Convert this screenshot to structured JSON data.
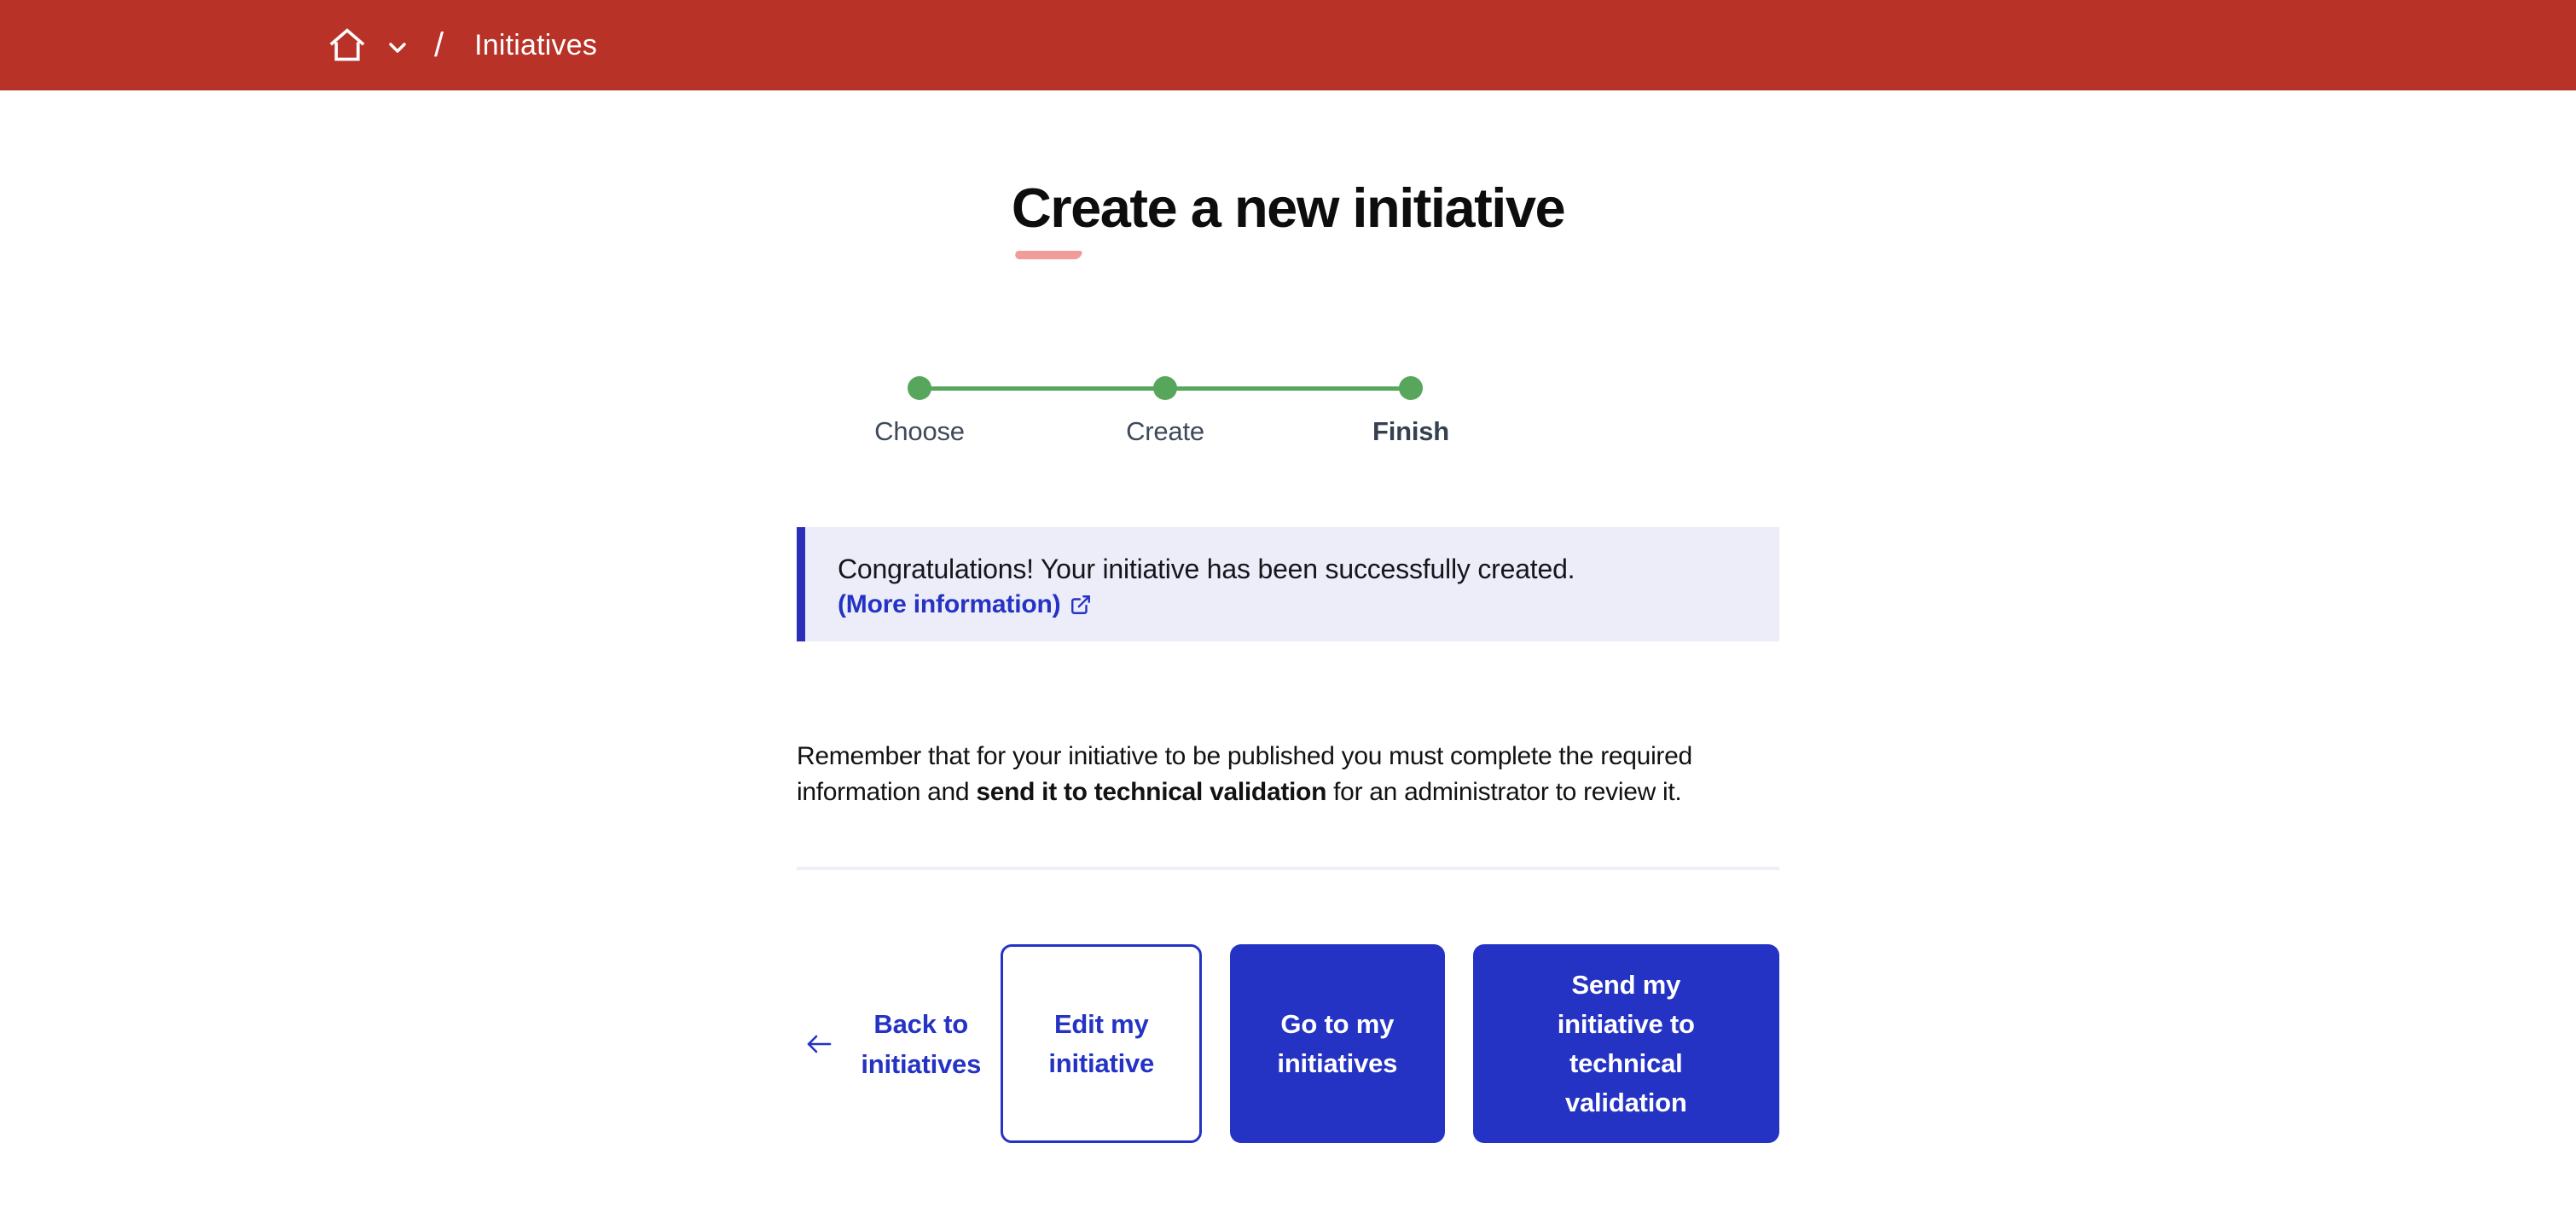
{
  "colors": {
    "header_bg": "#b93228",
    "accent_blue": "#2533c4",
    "alert_border_blue": "#2a2eb8",
    "alert_bg": "#ecedf8",
    "step_green": "#57a65c",
    "title_underline_pink": "#f29b9b",
    "step_label_gray": "#3e4a5a"
  },
  "header": {
    "home_icon": "home-icon",
    "chevron_icon": "chevron-down-icon",
    "separator": "/",
    "breadcrumb_current": "Initiatives"
  },
  "title": {
    "text": "Create a new initiative"
  },
  "stepper": {
    "steps": [
      {
        "label": "Choose"
      },
      {
        "label": "Create"
      },
      {
        "label": "Finish"
      }
    ],
    "current_step": "Finish"
  },
  "alert": {
    "message": "Congratulations! Your initiative has been successfully created.",
    "link_label": "(More information)",
    "link_icon": "external-link-icon"
  },
  "reminder": {
    "text_before_bold": "Remember that for your initiative to be published you must complete the required information and ",
    "bold_text": "send it to technical validation",
    "text_after_bold": " for an administrator to review it."
  },
  "actions": {
    "back_icon": "arrow-left-icon",
    "back_label": "Back to initiatives",
    "edit_label": "Edit my initiative",
    "go_label": "Go to my initiatives",
    "send_label": "Send my initiative to technical validation"
  }
}
